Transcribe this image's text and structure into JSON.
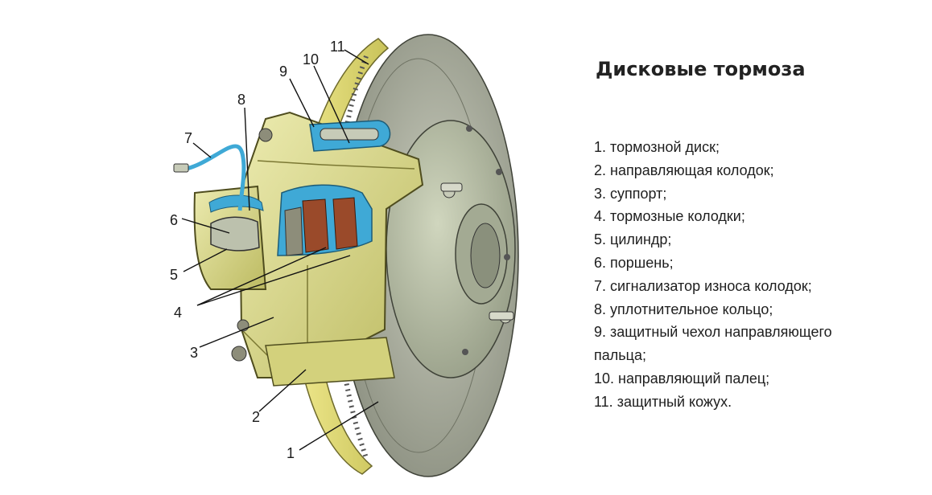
{
  "title": "Дисковые тормоза",
  "legend": [
    {
      "num": "1.",
      "text": "тормозной диск;"
    },
    {
      "num": "2.",
      "text": "направляющая колодок;"
    },
    {
      "num": "3.",
      "text": "суппорт;"
    },
    {
      "num": "4.",
      "text": "тормозные колодки;"
    },
    {
      "num": "5.",
      "text": "цилиндр;"
    },
    {
      "num": "6.",
      "text": "поршень;"
    },
    {
      "num": "7.",
      "text": "сигнализатор износа колодок;"
    },
    {
      "num": "8.",
      "text": "уплотнительное кольцо;"
    },
    {
      "num": "9.",
      "text": "защитный чехол направляющего",
      "cont": "пальца;"
    },
    {
      "num": "10.",
      "text": "направляющий палец;"
    },
    {
      "num": "11.",
      "text": "защитный кожух."
    }
  ],
  "callouts": {
    "c1": "1",
    "c2": "2",
    "c3": "3",
    "c4": "4",
    "c5": "5",
    "c6": "6",
    "c7": "7",
    "c8": "8",
    "c9": "9",
    "c10": "10",
    "c11": "11"
  },
  "colors": {
    "caliper": "#d9d98a",
    "shield": "#e2dc7e",
    "disc": "#a9ad9c",
    "hub": "#b7bfa7",
    "seal": "#3fa9d6",
    "pad": "#9a4a2a"
  }
}
